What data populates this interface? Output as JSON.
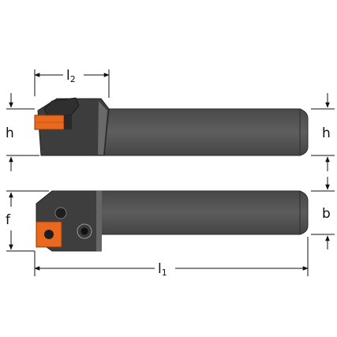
{
  "labels": {
    "l2": {
      "main": "l",
      "sub": "2"
    },
    "h_left": "h",
    "h_right": "h",
    "f": "f",
    "b": "b",
    "l1": {
      "main": "l",
      "sub": "1"
    }
  },
  "colors": {
    "body_dark": "#3f3f3f",
    "body_mid": "#5b5b5b",
    "body_light": "#7a7a7a",
    "insert_orange": "#e96a1e",
    "dimension_line": "#111111"
  }
}
